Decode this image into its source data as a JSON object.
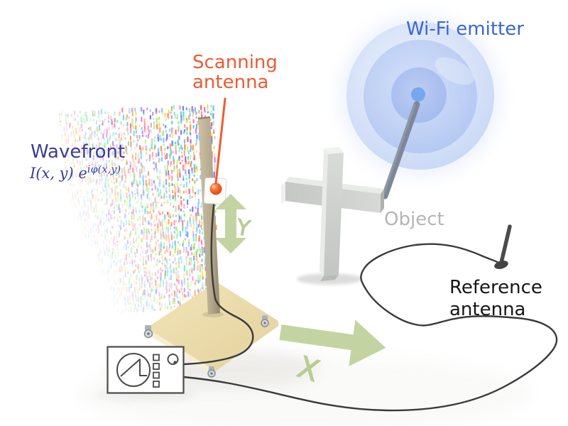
{
  "labels": {
    "wifi_emitter": "Wi-Fi emitter",
    "scanning_antenna": [
      "Scanning",
      "antenna"
    ],
    "wavefront": "Wavefront",
    "object": "Object",
    "reference_antenna": [
      "Reference",
      "antenna"
    ],
    "axis_x": "X",
    "axis_y": "Y"
  },
  "formula": {
    "base": "I(x, y) e",
    "superscript": "iφ(x,y)"
  },
  "colors": {
    "wifi_label_blue": "#3a66d0",
    "scanning_orange": "#ee5a33",
    "wavefront_indigo": "#3c3c94",
    "object_gray": "#b5b5b5",
    "reference_black": "#161616",
    "arrow_green": "#b9cd92",
    "platform_tan": "#eedfae",
    "pole_tan": "#b3a78c",
    "cable_dark": "#3a3a3a",
    "emitter_core_blue": "#74a7ef",
    "probe_orange": "#ef6325",
    "speckle_palette": [
      "#ff6060",
      "#ff8c46",
      "#ffd84e",
      "#8ce05e",
      "#54ddc8",
      "#5a9cff",
      "#8a70ff",
      "#ff70d8",
      "#b2ec52",
      "#63ccff",
      "#ff9a9a",
      "#9fd6ff"
    ]
  }
}
